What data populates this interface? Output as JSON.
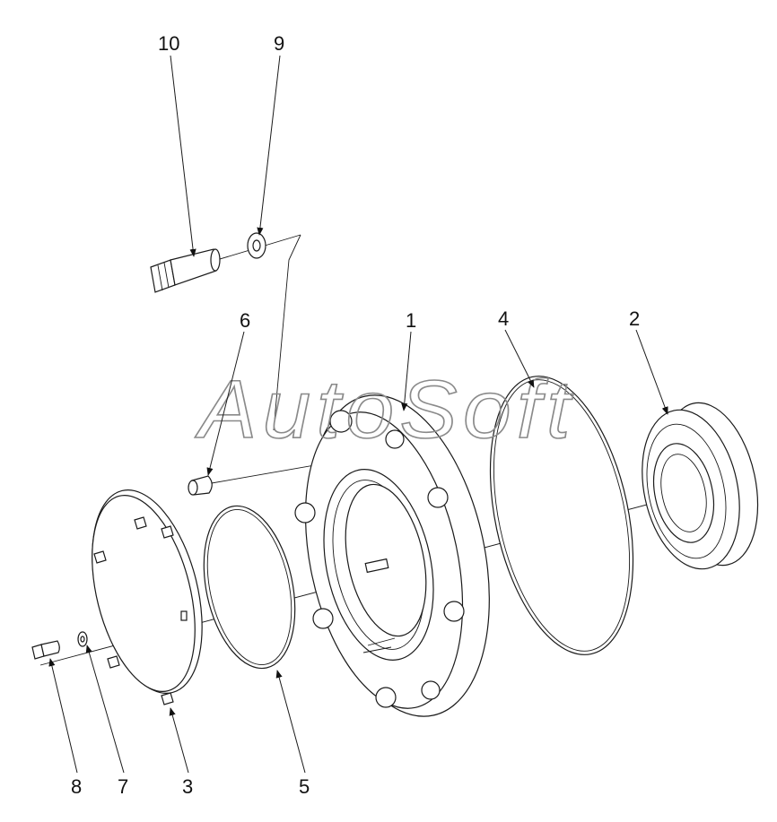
{
  "watermark": "AutoSoft",
  "callouts": [
    {
      "id": "1",
      "label": "1"
    },
    {
      "id": "2",
      "label": "2"
    },
    {
      "id": "3",
      "label": "3"
    },
    {
      "id": "4",
      "label": "4"
    },
    {
      "id": "5",
      "label": "5"
    },
    {
      "id": "6",
      "label": "6"
    },
    {
      "id": "7",
      "label": "7"
    },
    {
      "id": "8",
      "label": "8"
    },
    {
      "id": "9",
      "label": "9"
    },
    {
      "id": "10",
      "label": "10"
    }
  ]
}
